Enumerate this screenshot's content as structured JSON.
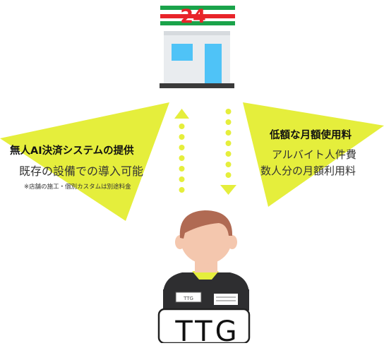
{
  "store": {
    "number": "24",
    "colors": {
      "green": "#1aa34a",
      "red": "#e8242a",
      "window": "#4fc3f7"
    }
  },
  "left_panel": {
    "title": "無人AI決済システムの提供",
    "subtitle": "既存の設備での導入可能",
    "note": "※店舗の施工・個別カスタムは別途料金"
  },
  "right_panel": {
    "title": "低額な月額使用料",
    "line1": "アルバイト人件費",
    "line2": "数人分の月額利用料"
  },
  "staff": {
    "badge": "TTG",
    "logo": "TTG"
  },
  "colors": {
    "accent_yellow": "#e5ee3c",
    "dark": "#2e2e30",
    "skin": "#f4c7ae",
    "hair": "#b06a53"
  }
}
